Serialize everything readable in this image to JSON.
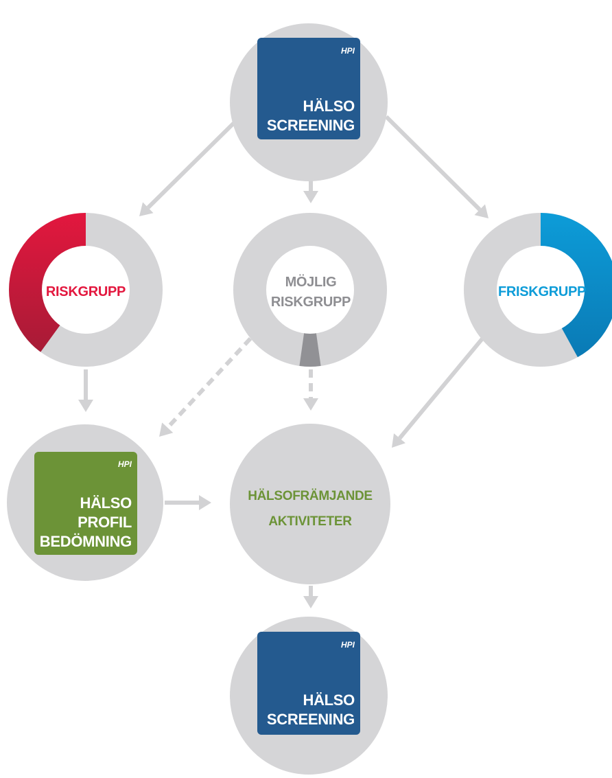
{
  "colors": {
    "circle_gray": "#d5d5d7",
    "arrow_gray": "#d2d2d4",
    "screening_blue": "#245a8f",
    "profile_green": "#6c9337",
    "risk_red": "#e3173e",
    "risk_red_dark": "#a71b36",
    "healthy_blue": "#0d9cd8",
    "healthy_blue_dark": "#0a7ab5",
    "possible_gray": "#8e8e92",
    "possible_wedge": "#919195",
    "text_white": "#ffffff"
  },
  "nodes": {
    "top_screening": {
      "logo": "HPI",
      "line1": "HÄLSO",
      "line2": "SCREENING"
    },
    "risk_group": {
      "label": "RISKGRUPP",
      "progress": 0.4
    },
    "possible_risk_group": {
      "line1": "MÖJLIG",
      "line2": "RISKGRUPP"
    },
    "healthy_group": {
      "label": "FRISKGRUPP",
      "progress": 0.42
    },
    "health_profile": {
      "logo": "HPI",
      "line1": "HÄLSO",
      "line2": "PROFIL",
      "line3": "BEDÖMNING"
    },
    "health_activities": {
      "line1": "HÄLSOFRÄMJANDE",
      "line2": "AKTIVITETER"
    },
    "bottom_screening": {
      "logo": "HPI",
      "line1": "HÄLSO",
      "line2": "SCREENING"
    }
  }
}
